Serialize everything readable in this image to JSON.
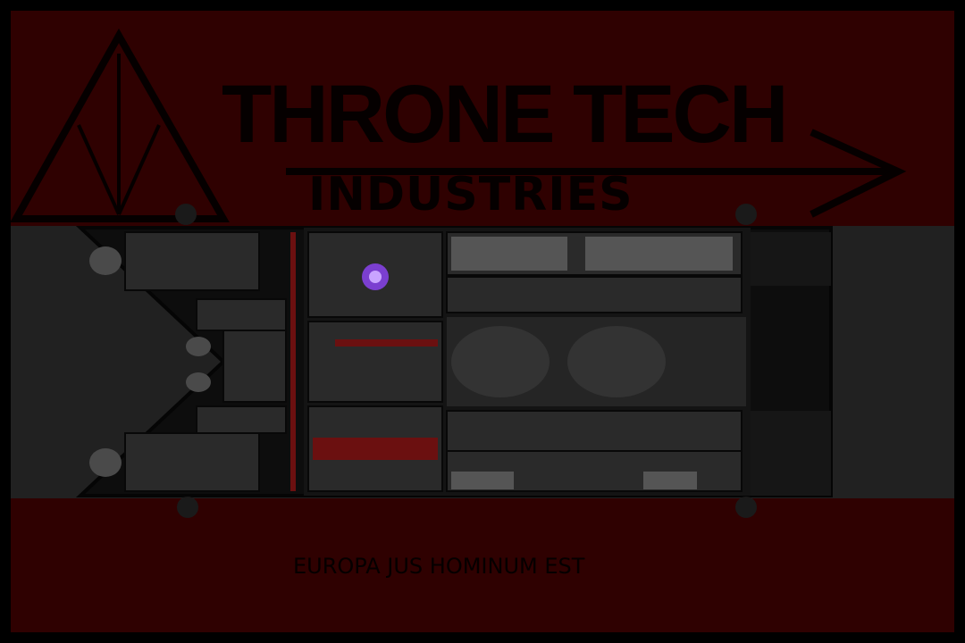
{
  "logo": {
    "line1": "THRONE TECH",
    "line2": "INDUSTRIES"
  },
  "motto": "EUROPA JUS HOMINUM EST",
  "colors": {
    "background": "#2f0101",
    "band": "#212121",
    "hull": "#0c0c0c",
    "accent": "#7a1010",
    "reactor": "#7b3fd0"
  }
}
